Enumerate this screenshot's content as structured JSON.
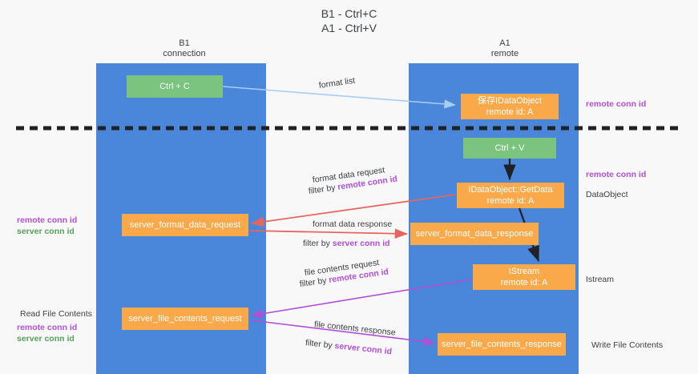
{
  "title": "B1 - Ctrl+C\nA1 - Ctrl+V",
  "columns": {
    "left": {
      "name": "B1",
      "role": "connection",
      "header": "B1\nconnection"
    },
    "right": {
      "name": "A1",
      "role": "remote",
      "header": "A1\nremote"
    }
  },
  "colors": {
    "lane": "#4a86d9",
    "green_node": "#7bc47f",
    "orange_node": "#f9a94a",
    "magenta_text": "#b14fd8",
    "green_text": "#57a05a",
    "body_text": "#3c4043",
    "arrow_blue": "#a8cdf0",
    "arrow_red": "#e8645f",
    "arrow_magenta": "#b14fd8",
    "arrow_black": "#202124",
    "background": "#f8f8f8"
  },
  "nodes": {
    "ctrl_c": {
      "label": "Ctrl + C",
      "color": "green"
    },
    "save_idataobject": {
      "label": "保存IDataObject\nremote id: A",
      "color": "orange"
    },
    "ctrl_v": {
      "label": "Ctrl + V",
      "color": "green"
    },
    "getdata": {
      "label": "IDataObject::GetData\nremote id: A",
      "color": "orange"
    },
    "server_format_data_request": {
      "label": "server_format_data_request",
      "color": "orange"
    },
    "server_format_data_response": {
      "label": "server_format_data_response",
      "color": "orange"
    },
    "istream": {
      "label": "IStream\nremote id: A",
      "color": "orange"
    },
    "server_file_contents_request": {
      "label": "server_file_contents_request",
      "color": "orange"
    },
    "server_file_contents_response": {
      "label": "server_file_contents_response",
      "color": "orange"
    }
  },
  "edge_labels": {
    "format_list": "format list",
    "format_data_request": "format data request",
    "format_data_request_filter_prefix": "filter by ",
    "format_data_request_filter_key": "remote conn id",
    "format_data_response": "format data response",
    "format_data_response_filter_prefix": "filter by ",
    "format_data_response_filter_key": "server conn id",
    "file_contents_request": "file contents request",
    "file_contents_request_filter_prefix": "filter by ",
    "file_contents_request_filter_key": "remote conn id",
    "file_contents_response": "file contents response",
    "file_contents_response_filter_prefix": "filter by ",
    "file_contents_response_filter_key": "server conn id"
  },
  "annotations": {
    "left": {
      "remote_conn_id": "remote conn id",
      "server_conn_id": "server conn id",
      "read_file_contents": "Read File Contents",
      "remote_conn_id_2": "remote conn id",
      "server_conn_id_2": "server conn id"
    },
    "right": {
      "remote_conn_id_top": "remote conn id",
      "remote_conn_id_mid": "remote conn id",
      "dataobject": "DataObject",
      "istream": "Istream",
      "write_file_contents": "Write File Contents"
    }
  }
}
